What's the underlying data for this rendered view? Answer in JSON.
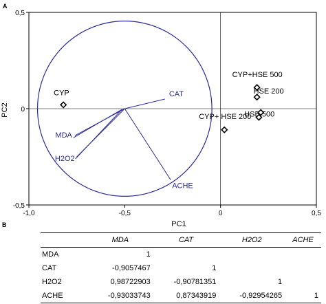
{
  "panel_a_label": "A",
  "panel_b_label": "B",
  "chart_data": {
    "type": "scatter",
    "title": "",
    "xlabel": "PC1",
    "ylabel": "PC2",
    "xlim": [
      -1.0,
      0.5
    ],
    "ylim": [
      -0.5,
      0.5
    ],
    "xticks": [
      "-1,0",
      "-0,5",
      "0",
      "0,5"
    ],
    "yticks": [
      "0,5",
      "0",
      "-0,5"
    ],
    "grid": false,
    "circle": {
      "center_x": -0.5,
      "center_y": 0.0,
      "radius": 0.455,
      "color": "#2b2b9a"
    },
    "points": [
      {
        "label": "CYP",
        "x": -0.82,
        "y": 0.02
      },
      {
        "label": "CYP+ HSE 200",
        "x": 0.02,
        "y": -0.11
      },
      {
        "label": "CYP+HSE 500",
        "x": 0.19,
        "y": 0.11
      },
      {
        "label": "HSE 200",
        "x": 0.19,
        "y": 0.06
      },
      {
        "label": "HSE 500",
        "x": 0.21,
        "y": -0.02
      },
      {
        "label": "",
        "x": 0.2,
        "y": -0.045
      }
    ],
    "vectors": [
      {
        "label": "CAT",
        "x": -0.29,
        "y": 0.05
      },
      {
        "label": "MDA",
        "x": -0.76,
        "y": -0.14
      },
      {
        "label": "H2O2",
        "x": -0.75,
        "y": -0.25
      },
      {
        "label": "ACHE",
        "x": -0.26,
        "y": -0.37
      }
    ]
  },
  "table": {
    "columns": [
      "",
      "MDA",
      "CAT",
      "H2O2",
      "ACHE"
    ],
    "rows": [
      [
        "MDA",
        "1",
        "",
        "",
        ""
      ],
      [
        "CAT",
        "-0,9057467",
        "1",
        "",
        ""
      ],
      [
        "H2O2",
        "0,98722903",
        "-0,90781351",
        "1",
        ""
      ],
      [
        "ACHE",
        "-0,93033743",
        "0,87343919",
        "-0,92954265",
        "1"
      ]
    ]
  }
}
